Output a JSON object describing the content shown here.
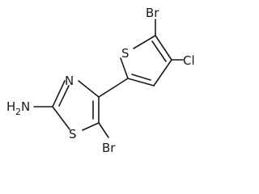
{
  "molecule": {
    "atoms": {
      "br_thiophene": "Br",
      "s_thiophene": "S",
      "cl": "Cl",
      "n_thiazole": "N",
      "nh2_h": "H",
      "nh2_sub": "2",
      "nh2_n": "N",
      "s_thiazole": "S",
      "br_thiazole": "Br"
    }
  }
}
